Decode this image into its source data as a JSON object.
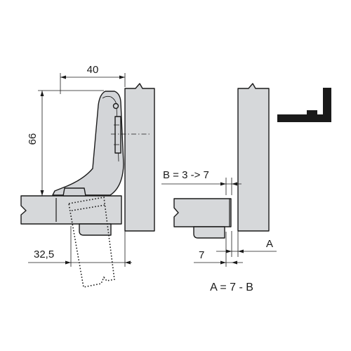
{
  "left_view": {
    "dim_width": "40",
    "dim_height": "66",
    "dim_boring_distance": "32,5"
  },
  "right_view": {
    "dim_b_range": "B = 3 -> 7",
    "dim_seven": "7",
    "dim_a": "A",
    "formula": "A = 7 - B"
  },
  "colors": {
    "panel_fill": "#d6d8da",
    "line": "#1a1a1a",
    "profile": "#1a1a1a"
  }
}
